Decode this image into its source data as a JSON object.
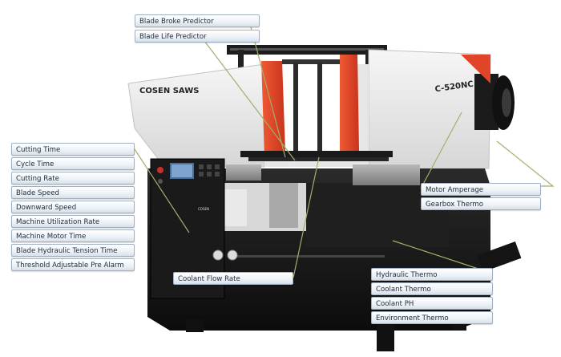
{
  "brand": "COSEN SAWS",
  "model": "C-520NC",
  "panel_logo": "COSEN",
  "colors": {
    "accent_orange": "#e0452a",
    "body_black": "#151515",
    "chassis_white": "#efefef",
    "leader_line": "#9fb06a"
  },
  "top_labels": [
    "Blade Broke Predictor",
    "Blade Life Predictor"
  ],
  "left_labels": [
    "Cutting Time",
    "Cycle Time",
    "Cutting Rate",
    "Blade Speed",
    "Downward Speed",
    "Machine Utilization Rate",
    "Machine Motor Time",
    "Blade Hydraulic Tension Time",
    "Threshold Adjustable Pre Alarm"
  ],
  "center_label": "Coolant Flow Rate",
  "right_labels": [
    "Motor Amperage",
    "Gearbox Thermo"
  ],
  "bottom_right_labels": [
    "Hydraulic Thermo",
    "Coolant Thermo",
    "Coolant PH",
    "Environment Thermo"
  ]
}
